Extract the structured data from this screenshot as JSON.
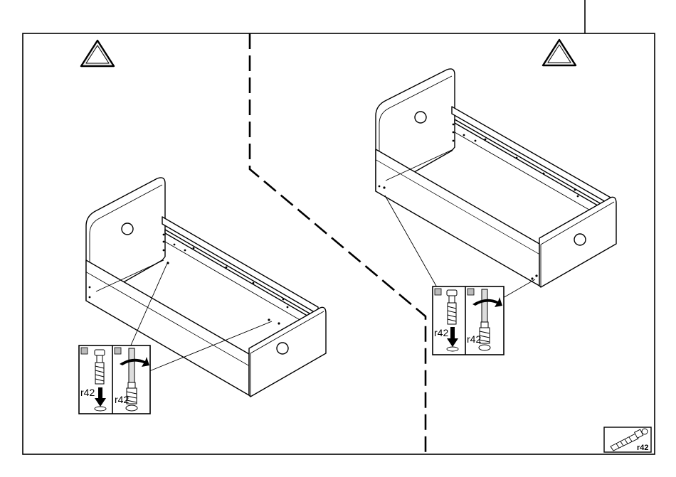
{
  "instruction_sheet": {
    "left_step": {
      "callout_label_top": "r42",
      "callout_label_bottom": "r42"
    },
    "right_step": {
      "callout_label_top": "r42",
      "callout_label_bottom": "r42"
    },
    "parts_legend": {
      "part_label": "r42"
    }
  },
  "colors": {
    "line": "#000000",
    "warning_triangle_fill": "#eeeeee",
    "hole_fill": "#ffffff",
    "badge_fill": "#bbbbbb"
  },
  "icons": [
    "warning-triangle-icon",
    "cam-bolt-icon",
    "rotate-arrow-icon",
    "down-arrow-icon"
  ]
}
